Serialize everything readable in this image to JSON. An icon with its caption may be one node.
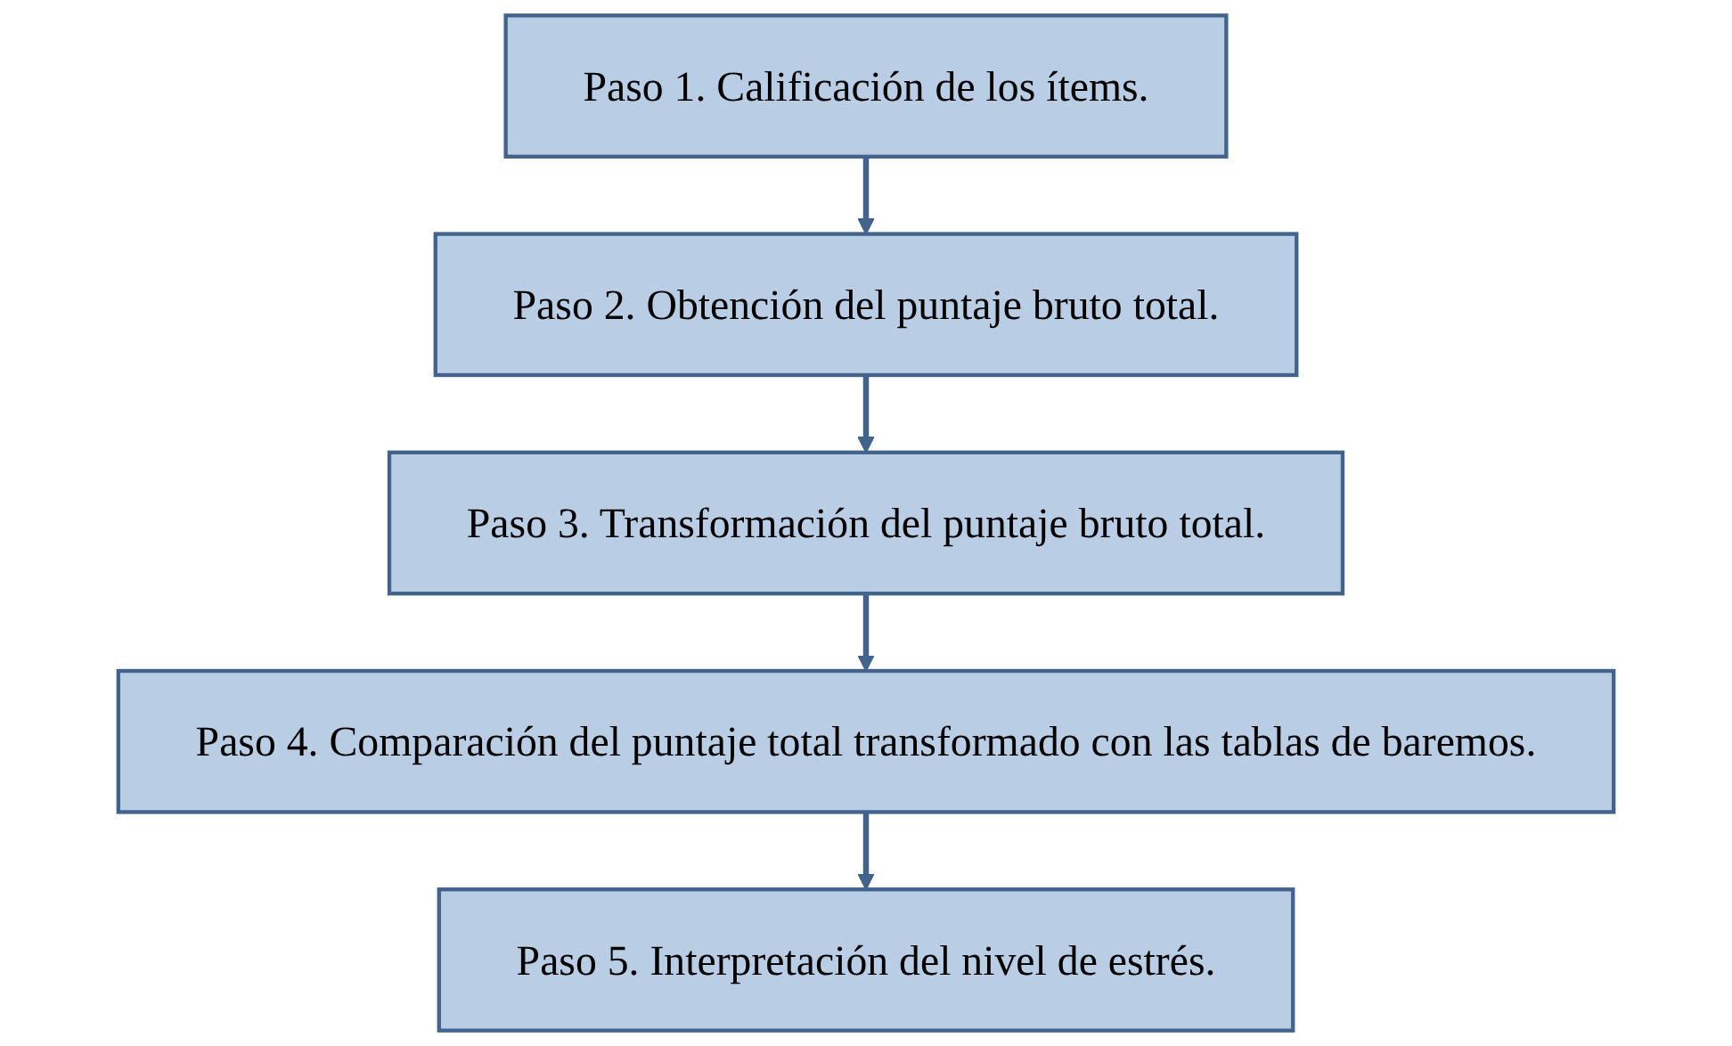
{
  "diagram": {
    "nodes": [
      {
        "text": [
          "Paso 1. Calificación de los ítems."
        ]
      },
      {
        "text": [
          "Paso 2. Obtención del puntaje bruto total."
        ]
      },
      {
        "text": [
          "Paso 3. Transformación del puntaje bruto total."
        ]
      },
      {
        "text": [
          "Paso 4. Comparación del puntaje total transformado con las tablas de baremos."
        ]
      },
      {
        "text": [
          "Paso 5. Interpretación del nivel de estrés."
        ]
      }
    ],
    "edges": [
      {
        "from": 0,
        "to": 1,
        "arrow": "to"
      },
      {
        "from": 1,
        "to": 2,
        "arrow": "to"
      },
      {
        "from": 2,
        "to": 3,
        "arrow": "to"
      },
      {
        "from": 3,
        "to": 4,
        "arrow": "to"
      }
    ]
  }
}
